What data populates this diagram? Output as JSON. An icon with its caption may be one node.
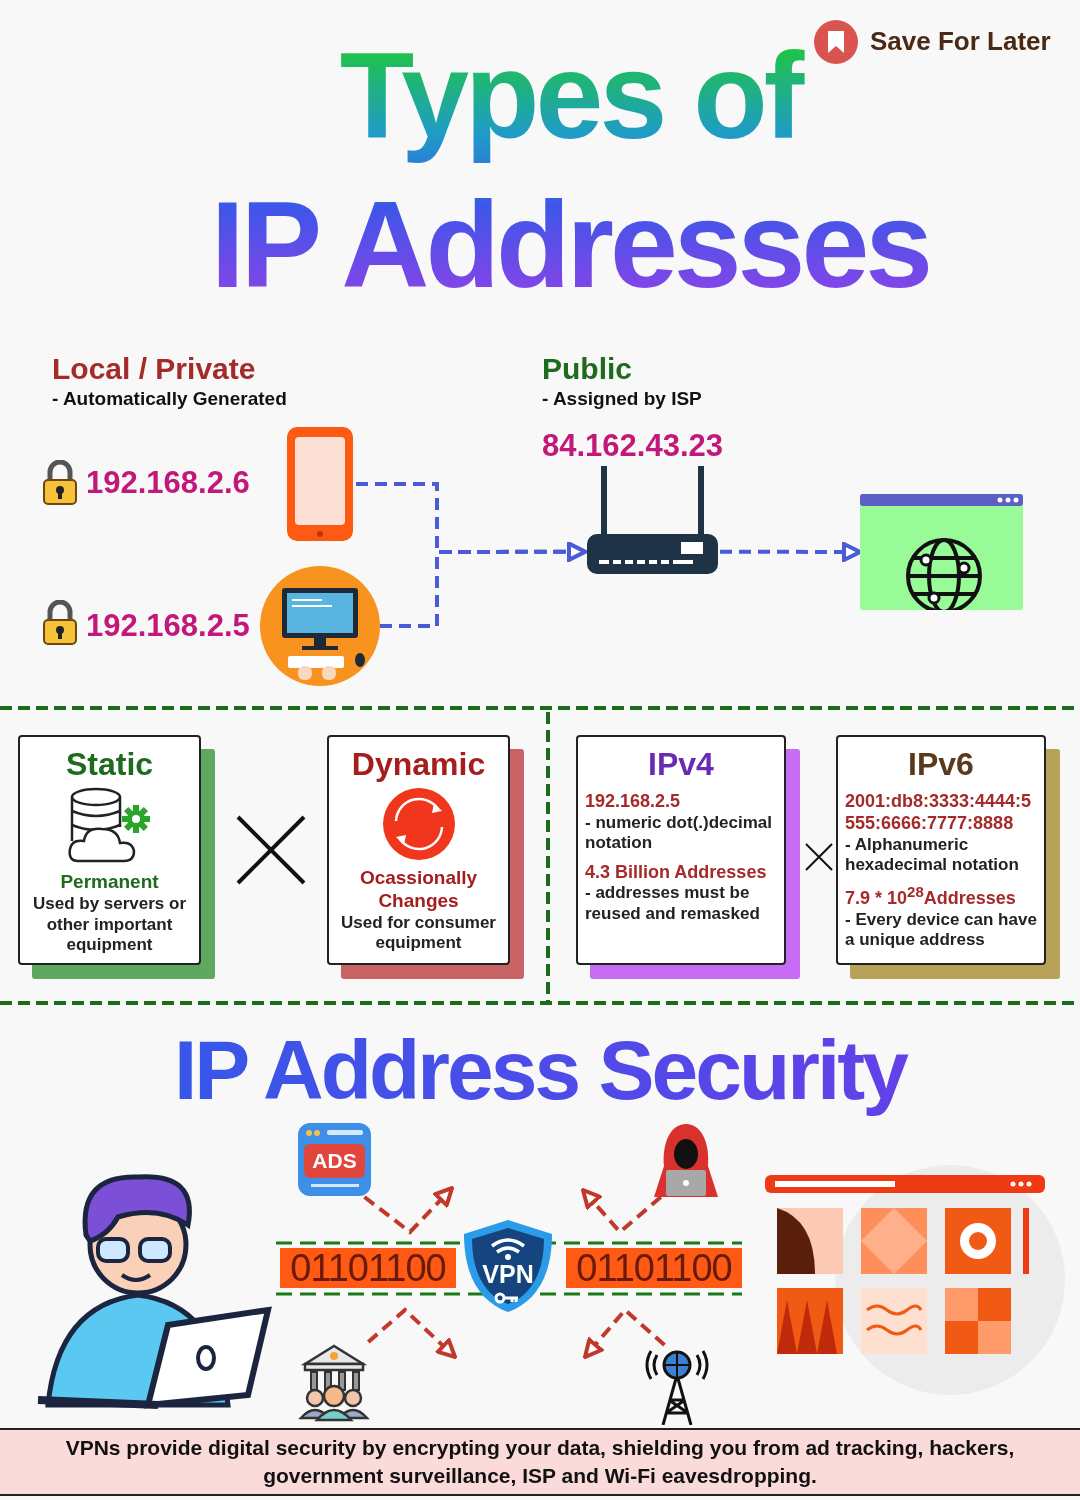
{
  "diagram": {
    "title": "Types of IP Addresses",
    "nodes": [
      {
        "text": [],
        "shape": "picture",
        "beside": [
          "192.168.2.6"
        ]
      },
      {
        "text": [],
        "shape": "picture",
        "beside": [
          "192.168.2.5"
        ]
      },
      {
        "text": [],
        "shape": "picture",
        "beside": [
          "84.162.43.23"
        ]
      },
      {
        "text": [],
        "shape": "picture"
      },
      {
        "text": [
          "Static",
          "Permanent",
          "Used by servers or other important equipment"
        ]
      },
      {
        "text": [
          "Dynamic",
          "Ocassionally Changes",
          "Used for consumer equipment"
        ]
      },
      {
        "text": [
          "IPv4",
          "192.168.2.5",
          "- numeric dot(.)decimal notation",
          "4.3 Billion Addresses",
          "- addresses must be reused and remasked"
        ]
      },
      {
        "text": [
          "IPv6",
          "2001:db8:3333:4444:5555:6666:7777:8888",
          "- Alphanumeric hexadecimal notation",
          "7.9 * 10$^{28}$Addresses",
          "- Every device can have a unique address"
        ]
      },
      {
        "text": [
          "01101100"
        ]
      },
      {
        "text": [
          "VPN"
        ]
      },
      {
        "text": [
          "01101100"
        ]
      },
      {
        "text": [
          "ADS"
        ]
      },
      {
        "text": [],
        "shape": "picture"
      },
      {
        "text": [],
        "shape": "picture"
      },
      {
        "text": [],
        "shape": "picture"
      }
    ],
    "edges": [
      {
        "from": 0,
        "to": 2,
        "arrow": "to",
        "style": "dashed",
        "color": "#4a5bd6"
      },
      {
        "from": 1,
        "to": 2,
        "arrow": "to",
        "style": "dashed",
        "color": "#4a5bd6"
      },
      {
        "from": 2,
        "to": 3,
        "arrow": "to",
        "style": "dashed",
        "color": "#4a5bd6"
      },
      {
        "from": 11,
        "to": null,
        "arrow": "to",
        "style": "dashed"
      },
      {
        "from": 12,
        "to": null,
        "arrow": "to",
        "style": "dashed"
      },
      {
        "from": 13,
        "to": null,
        "arrow": "to",
        "style": "dashed"
      },
      {
        "from": 14,
        "to": null,
        "arrow": "to",
        "style": "dashed"
      }
    ],
    "labels": [
      "Save For Later",
      "Local / Private",
      "- Automatically Generated",
      "Public",
      "- Assigned by ISP",
      "IP Address Security"
    ],
    "caption": "VPNs provide digital security by encrypting your data, shielding you from ad tracking, hackers, government surveillance, ISP and Wi-Fi eavesdropping."
  }
}
